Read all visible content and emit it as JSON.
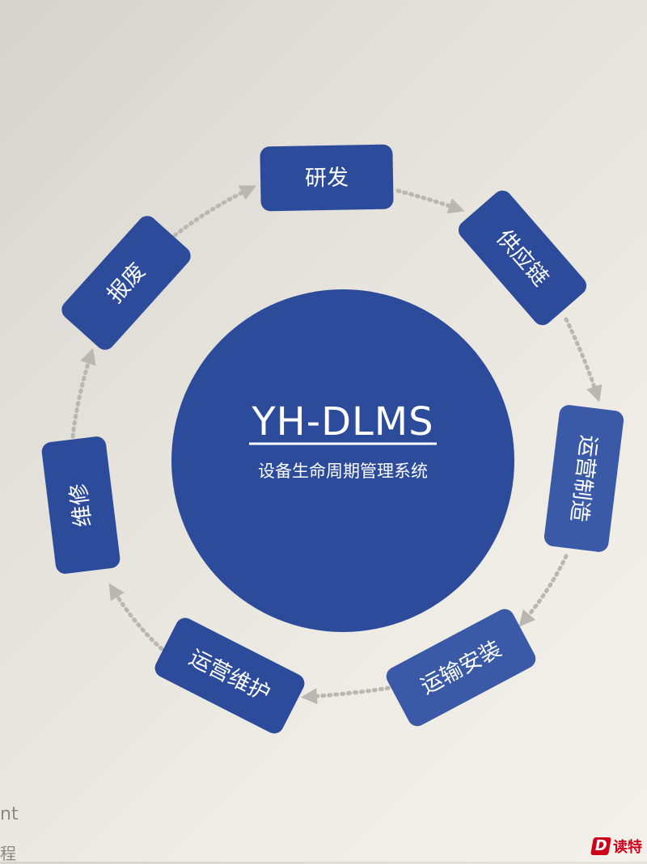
{
  "center": {
    "title": "YH-DLMS",
    "subtitle": "设备生命周期管理系统"
  },
  "stages": [
    {
      "label": "研发"
    },
    {
      "label": "供应链"
    },
    {
      "label": "运营制造"
    },
    {
      "label": "运输安装"
    },
    {
      "label": "运营维护"
    },
    {
      "label": "维修"
    },
    {
      "label": "报废"
    }
  ],
  "corner": {
    "line1": "nt",
    "line2": "程"
  },
  "watermark": {
    "logo": "D",
    "text": "读特"
  },
  "colors": {
    "primary": "#2c4b9b",
    "arrow": "#b8b7b2",
    "background": "#ebe7e1"
  }
}
